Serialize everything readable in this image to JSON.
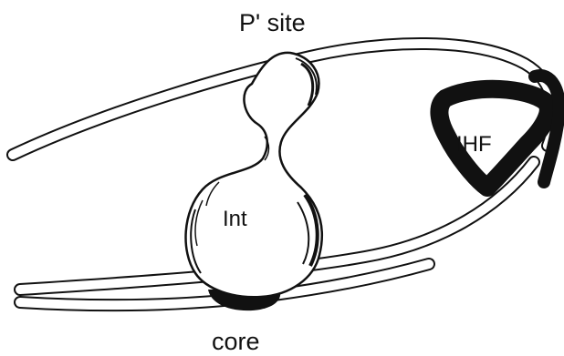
{
  "labels": {
    "p_prime_site": "P' site",
    "int": "Int",
    "ihf": "IHF",
    "core": "core"
  },
  "colors": {
    "ink": "#111111",
    "background": "#ffffff"
  }
}
